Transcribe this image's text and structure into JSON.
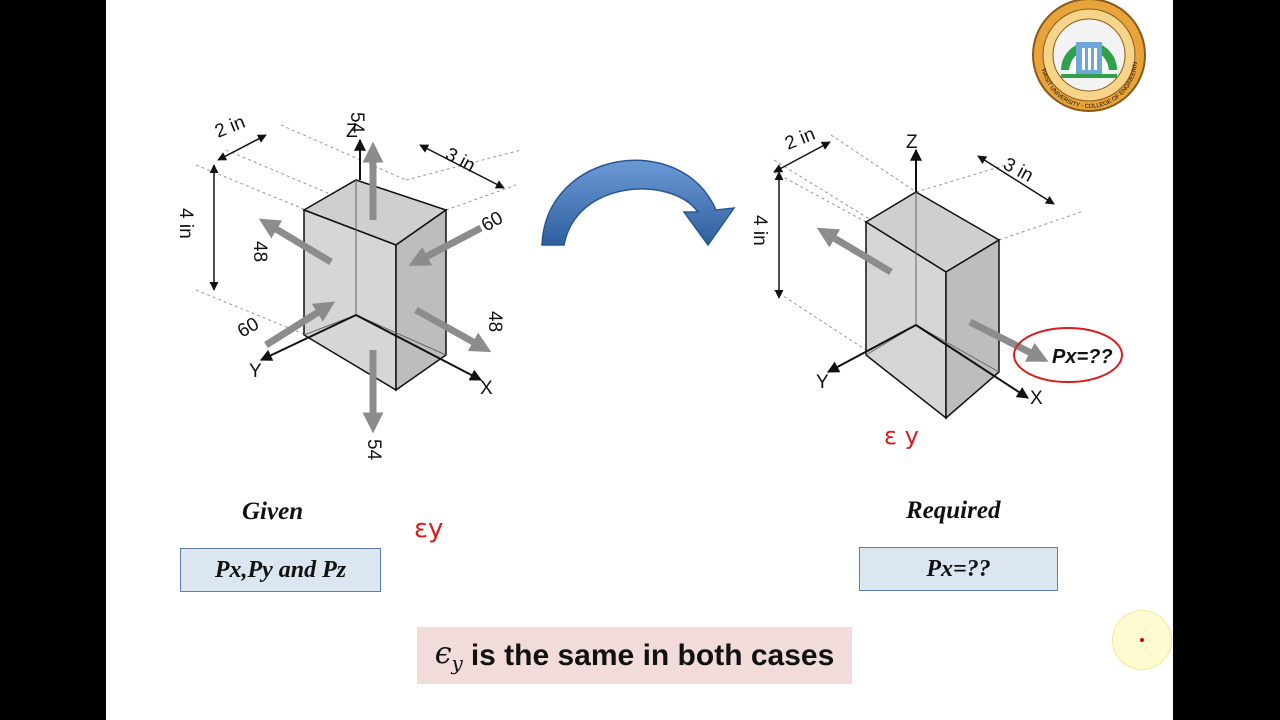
{
  "left_block": {
    "dim_width": "2 in",
    "dim_depth": "3 in",
    "dim_height": "4 in",
    "axis_z": "Z",
    "axis_x": "X",
    "axis_y": "Y",
    "force_top": "54",
    "force_bottom": "54",
    "force_x_pos": "48",
    "force_x_neg": "48",
    "force_y_front": "60",
    "force_y_back": "60"
  },
  "right_block": {
    "dim_width": "2 in",
    "dim_depth": "3 in",
    "dim_height": "4 in",
    "axis_z": "Z",
    "axis_x": "X",
    "axis_y": "Y",
    "unknown_label": "Px=??",
    "handwritten_note": "ε y"
  },
  "handwritten_note_left": "εy",
  "given": {
    "heading": "Given",
    "box_text": "Px,Py and Pz"
  },
  "required": {
    "heading": "Required",
    "box_text": "Px=??"
  },
  "note": {
    "symbol": "ϵ",
    "subscript": "y",
    "text": "is the same in both cases"
  },
  "logo": {
    "text": "WASIT UNIVERSITY - COLLEGE OF ENGINEERING"
  },
  "colors": {
    "block_face": "#d4d4d4",
    "block_side": "#bdbdbd",
    "force_arrow": "#8c8c8c",
    "curved_arrow": "#3a6fb0",
    "annotation_red": "#d91c1c",
    "given_box": "#dce6f1",
    "note_box": "#f2dcdb"
  }
}
